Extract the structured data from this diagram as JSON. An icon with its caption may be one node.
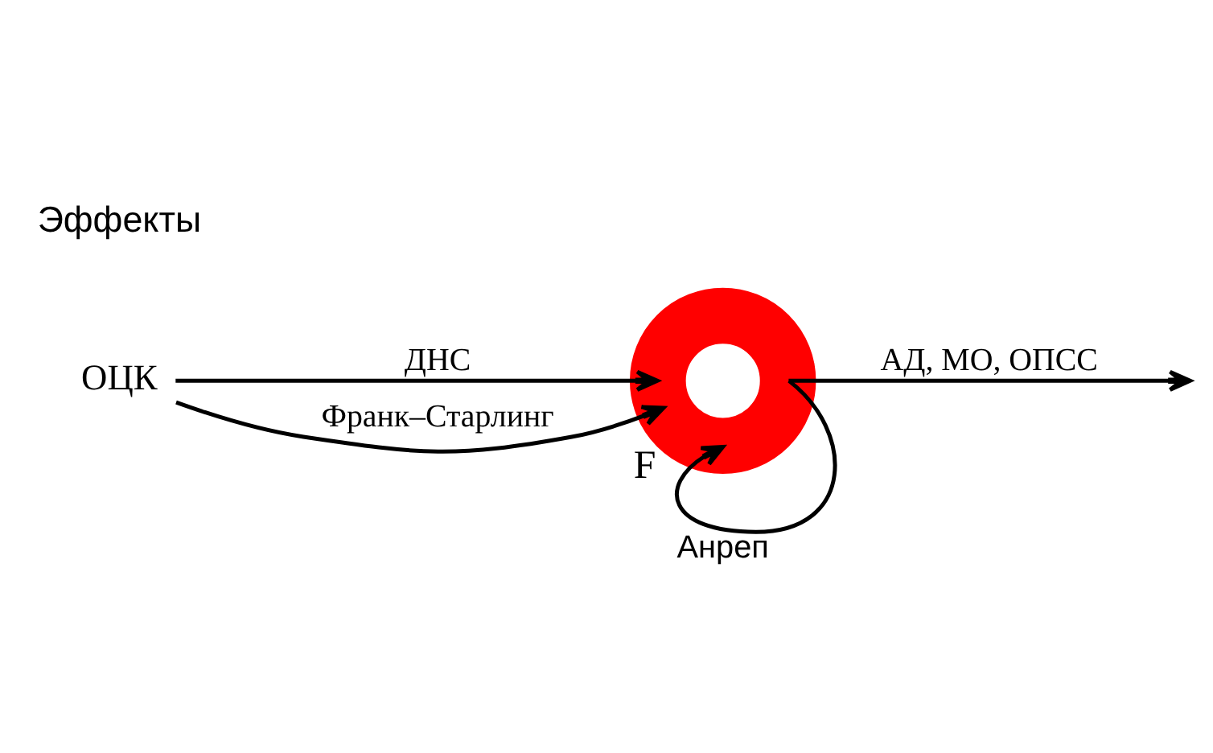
{
  "diagram": {
    "nodes": [
      {
        "text": [
          "ОЦК"
        ]
      },
      {
        "text": [
          "F"
        ]
      }
    ],
    "edges": [
      {
        "from": 0,
        "to": 1,
        "arrow": "to",
        "label": "ДНС"
      },
      {
        "from": 1,
        "to": null,
        "arrow": "to",
        "label": "АД, МО, ОПСС"
      },
      {
        "from": 0,
        "to": 1,
        "arrow": "to",
        "label": "Франк–Старлинг"
      },
      {
        "from": 1,
        "to": 1,
        "arrow": "to",
        "label": "Анреп"
      }
    ],
    "labels": [
      "Эффекты"
    ]
  }
}
